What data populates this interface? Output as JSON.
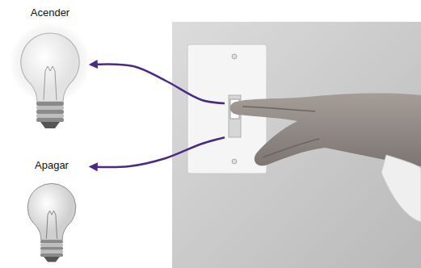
{
  "diagram": {
    "nodes": [
      {
        "text": [
          "Acender"
        ]
      },
      {
        "text": [
          "Apagar"
        ]
      },
      {
        "text": []
      }
    ],
    "edges": [
      {
        "from": 2,
        "to": 0,
        "arrow": "to"
      },
      {
        "from": 2,
        "to": 1,
        "arrow": "to"
      }
    ]
  }
}
